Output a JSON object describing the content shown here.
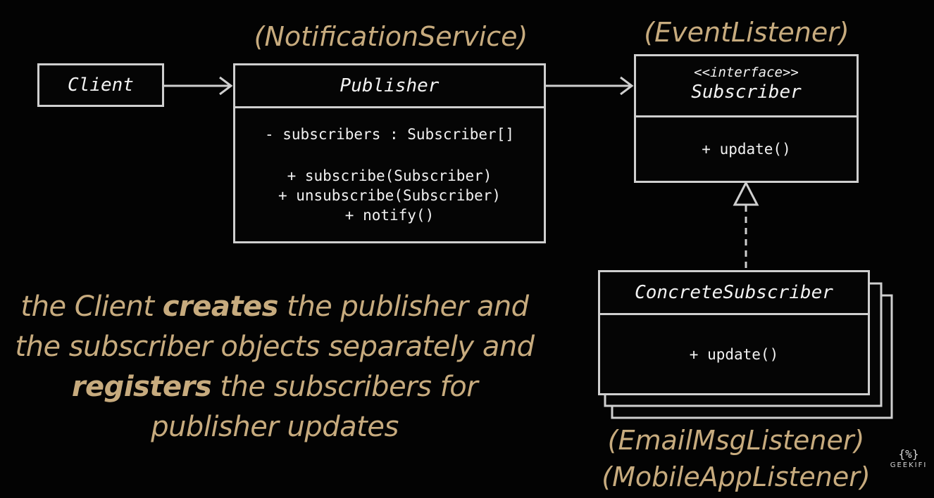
{
  "client": {
    "name": "Client"
  },
  "publisher": {
    "alias": "(NotificationService)",
    "name": "Publisher",
    "field": "- subscribers : Subscriber[]",
    "methods": [
      "+ subscribe(Subscriber)",
      "+ unsubscribe(Subscriber)",
      "+ notify()"
    ]
  },
  "subscriber": {
    "alias": "(EventListener)",
    "stereotype": "<<interface>>",
    "name": "Subscriber",
    "method": "+ update()"
  },
  "concrete": {
    "name": "ConcreteSubscriber",
    "method": "+ update()",
    "aliases": [
      "(EmailMsgListener)",
      "(MobileAppListener)"
    ]
  },
  "caption": {
    "parts": [
      {
        "text": "the Client ",
        "bold": false
      },
      {
        "text": "creates",
        "bold": true
      },
      {
        "text": " the publisher and the subscriber objects separately and ",
        "bold": false
      },
      {
        "text": "registers",
        "bold": true
      },
      {
        "text": " the subscribers for publisher updates",
        "bold": false
      }
    ]
  },
  "watermark": {
    "text": "GEEKIFI"
  },
  "colors": {
    "accent": "#c7ab7e",
    "line": "#cfcfcf",
    "background": "#030303"
  }
}
